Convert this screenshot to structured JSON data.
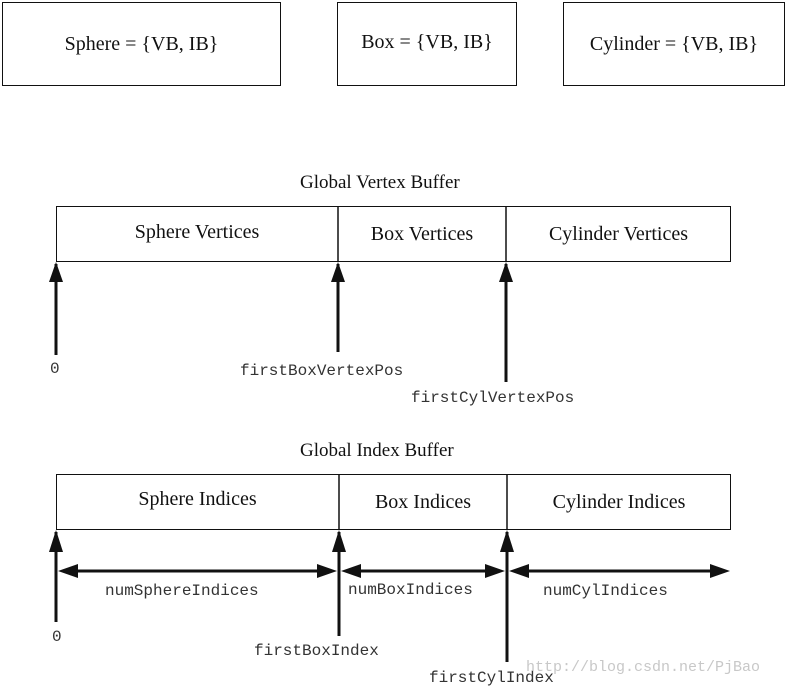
{
  "meshes": {
    "sphere": "Sphere = {VB, IB}",
    "box": "Box = {VB, IB}",
    "cylinder": "Cylinder = {VB, IB}"
  },
  "vertex_buffer": {
    "title": "Global Vertex Buffer",
    "segments": [
      "Sphere Vertices",
      "Box Vertices",
      "Cylinder Vertices"
    ],
    "pointers": [
      "0",
      "firstBoxVertexPos",
      "firstCylVertexPos"
    ]
  },
  "index_buffer": {
    "title": "Global Index Buffer",
    "segments": [
      "Sphere Indices",
      "Box Indices",
      "Cylinder Indices"
    ],
    "counts": [
      "numSphereIndices",
      "numBoxIndices",
      "numCylIndices"
    ],
    "pointers": [
      "0",
      "firstBoxIndex",
      "firstCylIndex"
    ]
  },
  "watermark": "http://blog.csdn.net/PjBao"
}
